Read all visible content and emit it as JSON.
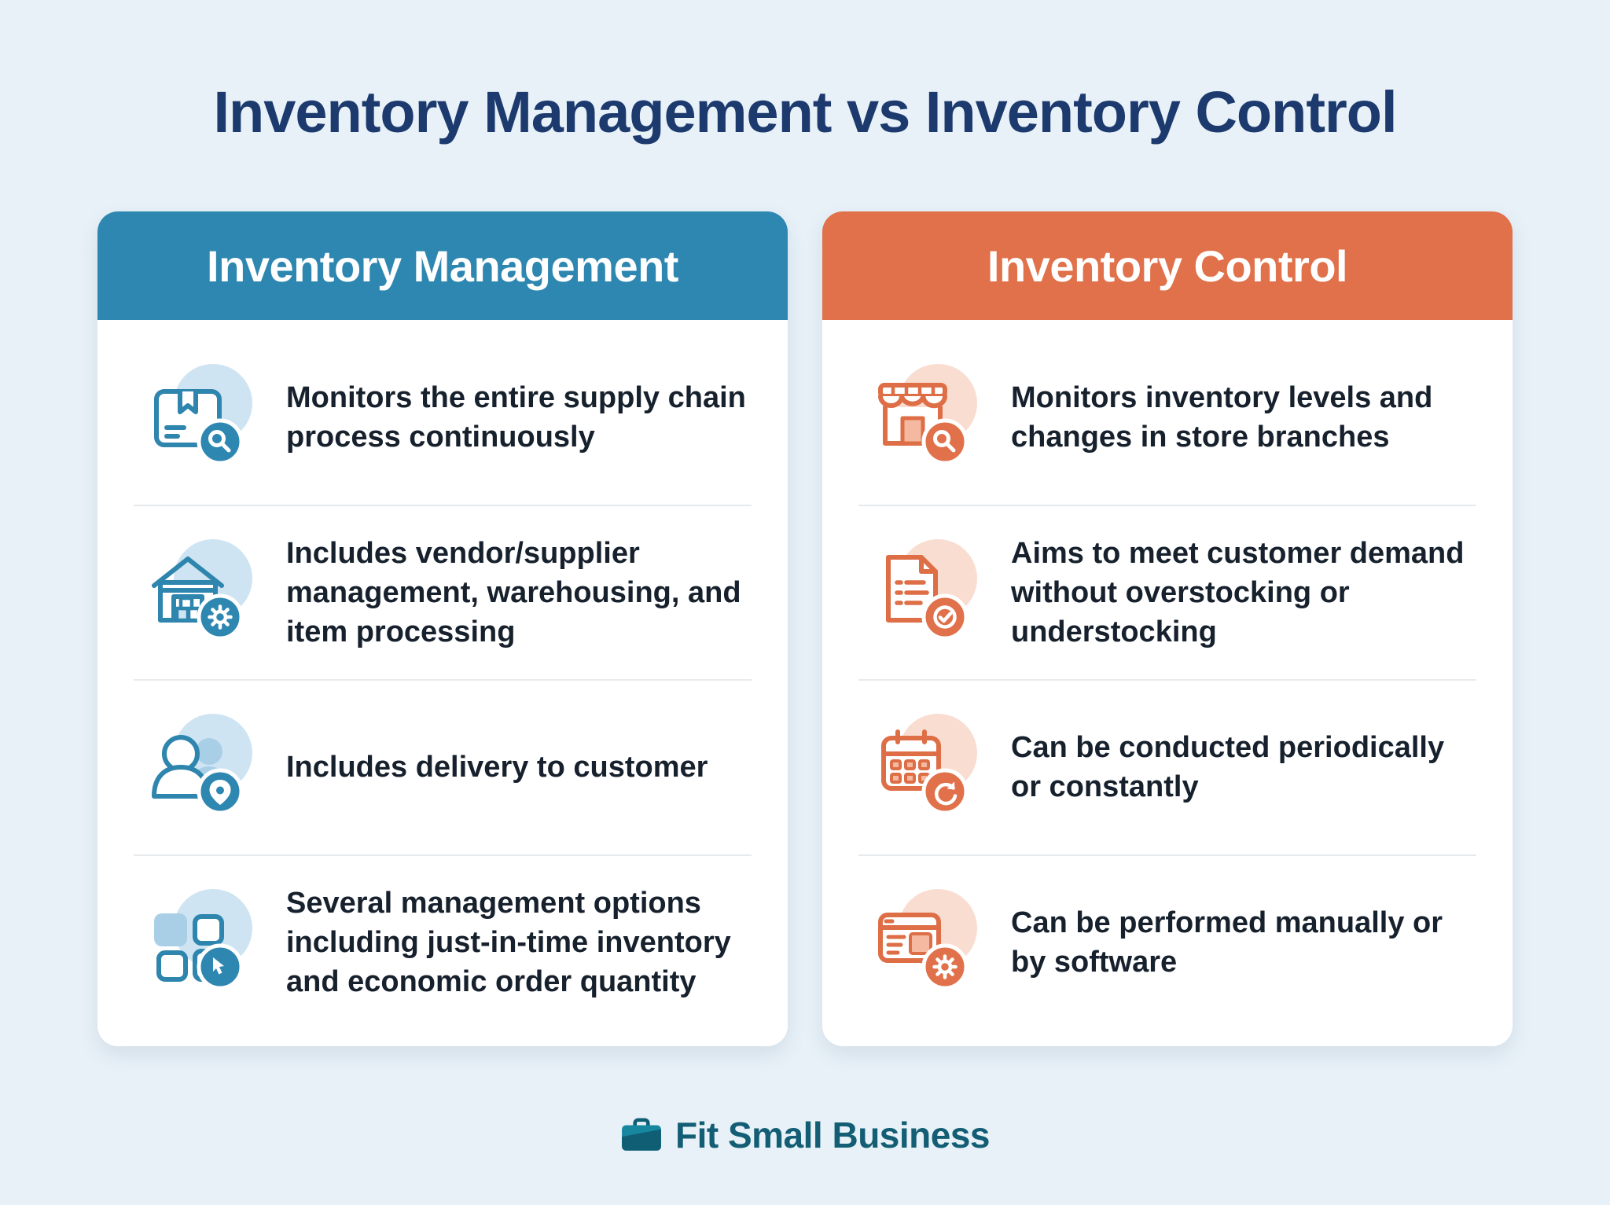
{
  "page": {
    "title": "Inventory Management vs Inventory Control",
    "background_color": "#e8f1f8",
    "title_color": "#1c3a6e"
  },
  "left_card": {
    "header": "Inventory Management",
    "header_color": "#2e87b0",
    "accent_color": "#2e85ad",
    "tint_color": "#cfe4f2",
    "items": [
      {
        "icon": "package-search-icon",
        "text": "Monitors the entire supply chain process continuously"
      },
      {
        "icon": "warehouse-gear-icon",
        "text": "Includes vendor/supplier management, warehousing, and item processing"
      },
      {
        "icon": "customers-location-icon",
        "text": "Includes delivery to customer"
      },
      {
        "icon": "options-cursor-icon",
        "text": "Several management options including just-in-time inventory and economic order quantity"
      }
    ]
  },
  "right_card": {
    "header": "Inventory Control",
    "header_color": "#e0714a",
    "accent_color": "#de6e46",
    "tint_color": "#f9ddd1",
    "items": [
      {
        "icon": "store-search-icon",
        "text": "Monitors inventory levels and changes in store branches"
      },
      {
        "icon": "document-check-icon",
        "text": "Aims to meet customer demand without overstocking or understocking"
      },
      {
        "icon": "calendar-refresh-icon",
        "text": "Can be conducted periodically or constantly"
      },
      {
        "icon": "window-gear-icon",
        "text": "Can be performed manually or by software"
      }
    ]
  },
  "footer": {
    "brand": "Fit Small Business"
  }
}
